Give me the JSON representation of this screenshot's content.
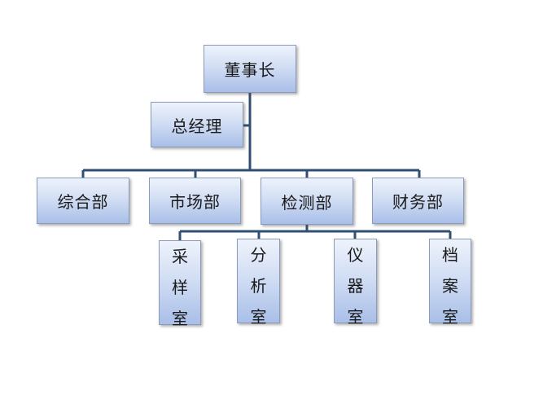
{
  "chairman": "董事长",
  "general_manager": "总经理",
  "departments": [
    "综合部",
    "市场部",
    "检测部",
    "财务部"
  ],
  "rooms": [
    "采样室",
    "分析室",
    "仪器室",
    "档案室"
  ],
  "colors": {
    "line": "#2f4f73",
    "box_top": "#eef3fc",
    "box_bottom": "#a9bfe8",
    "box_border": "#8c9cb8"
  }
}
